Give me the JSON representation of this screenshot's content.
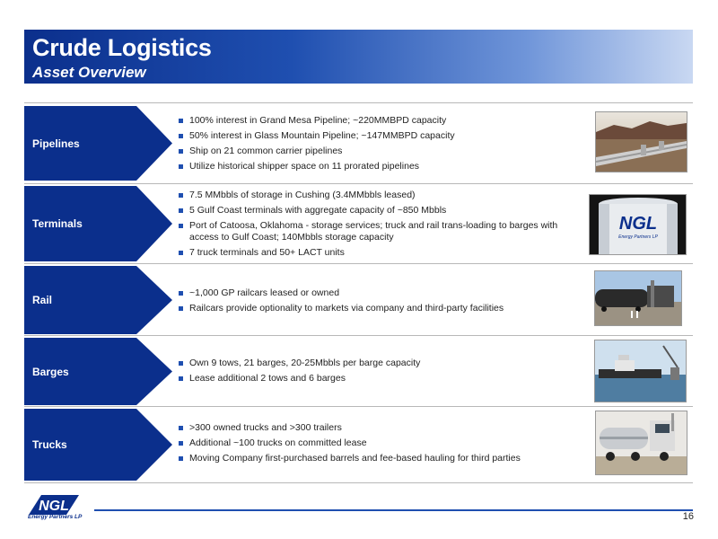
{
  "header": {
    "title": "Crude Logistics",
    "subtitle": "Asset Overview"
  },
  "sections": [
    {
      "label": "Pipelines",
      "bullets": [
        "100% interest in Grand Mesa Pipeline; ~220MMBPD capacity",
        "50% interest in Glass Mountain Pipeline; ~147MMBPD  capacity",
        "Ship on 21 common carrier pipelines",
        "Utilize historical shipper space on 11 prorated pipelines"
      ],
      "photo_icon": "pipeline-photo"
    },
    {
      "label": "Terminals",
      "bullets": [
        "7.5 MMbbls of storage in Cushing (3.4MMbbls leased)",
        "5 Gulf Coast terminals with aggregate capacity of ~850 Mbbls",
        "Port of Catoosa, Oklahoma - storage services; truck and rail trans-loading to barges with access to Gulf Coast; 140Mbbls storage capacity",
        "7 truck terminals and 50+ LACT units"
      ],
      "photo_icon": "storage-tank-photo",
      "tank_logo": "NGL",
      "tank_sub": "Energy Partners LP"
    },
    {
      "label": "Rail",
      "bullets": [
        "~1,000 GP railcars leased or owned",
        "Railcars provide optionality to markets via company and third-party facilities"
      ],
      "photo_icon": "railcar-photo"
    },
    {
      "label": "Barges",
      "bullets": [
        "Own 9 tows, 21 barges, 20-25Mbbls per barge capacity",
        "Lease additional 2 tows and 6 barges"
      ],
      "photo_icon": "barge-photo"
    },
    {
      "label": "Trucks",
      "bullets": [
        ">300 owned trucks and >300 trailers",
        "Additional ~100 trucks on committed lease",
        "Moving Company first-purchased barrels and fee-based hauling for third parties"
      ],
      "photo_icon": "truck-photo"
    }
  ],
  "footer": {
    "logo_text": "NGL",
    "logo_sub": "Energy Partners LP",
    "page_number": "16"
  },
  "colors": {
    "brand_blue": "#0b2f8c",
    "accent_blue": "#1f4fb0"
  }
}
